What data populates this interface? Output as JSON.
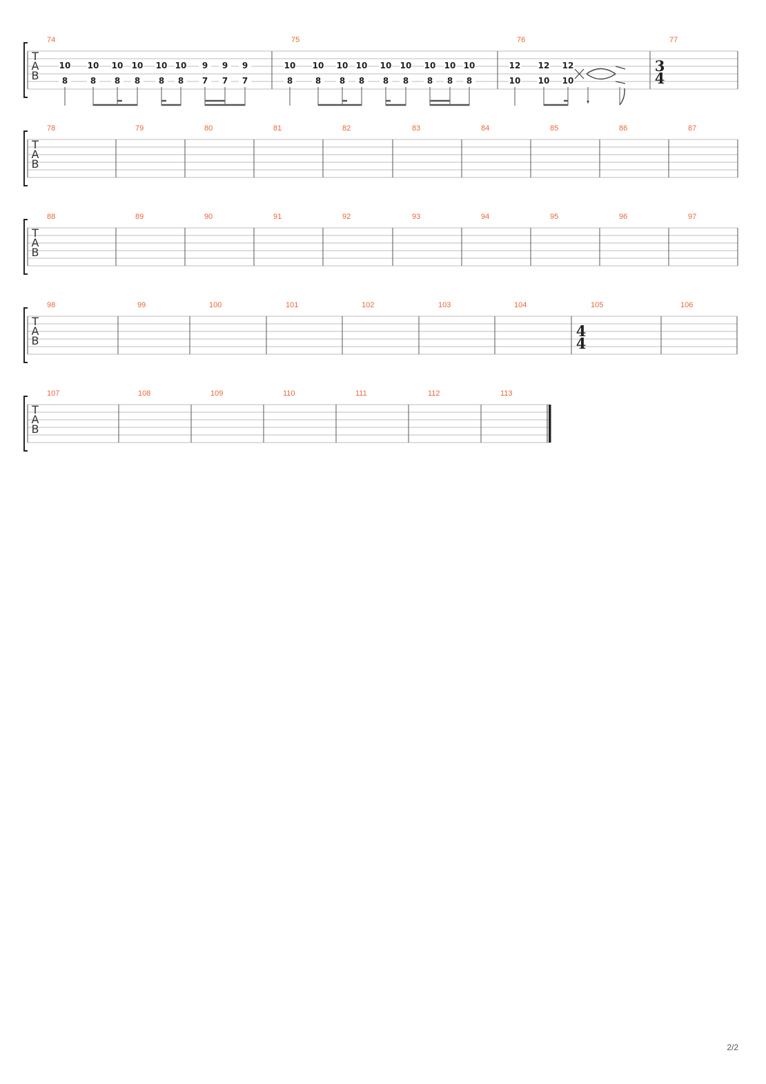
{
  "page_number": "2/2",
  "clef_letters": [
    "T",
    "A",
    "B"
  ],
  "systems": [
    {
      "measures": [
        {
          "number": "74",
          "notes": [
            {
              "upper": "10",
              "lower": "8"
            },
            {
              "upper": "10",
              "lower": "8"
            },
            {
              "upper": "10",
              "lower": "8"
            },
            {
              "upper": "10",
              "lower": "8"
            },
            {
              "upper": "10",
              "lower": "8"
            },
            {
              "upper": "10",
              "lower": "8"
            },
            {
              "upper": "9",
              "lower": "7"
            },
            {
              "upper": "9",
              "lower": "7"
            },
            {
              "upper": "9",
              "lower": "7"
            }
          ]
        },
        {
          "number": "75",
          "notes": [
            {
              "upper": "10",
              "lower": "8"
            },
            {
              "upper": "10",
              "lower": "8"
            },
            {
              "upper": "10",
              "lower": "8"
            },
            {
              "upper": "10",
              "lower": "8"
            },
            {
              "upper": "10",
              "lower": "8"
            },
            {
              "upper": "10",
              "lower": "8"
            },
            {
              "upper": "10",
              "lower": "8"
            },
            {
              "upper": "10",
              "lower": "8"
            },
            {
              "upper": "10",
              "lower": "8"
            }
          ]
        },
        {
          "number": "76",
          "notes": [
            {
              "upper": "12",
              "lower": "10"
            },
            {
              "upper": "12",
              "lower": "10"
            },
            {
              "upper": "12",
              "lower": "10"
            }
          ]
        },
        {
          "number": "77",
          "time_signature": [
            "3",
            "4"
          ],
          "notes": []
        }
      ]
    },
    {
      "measures": [
        {
          "number": "78"
        },
        {
          "number": "79"
        },
        {
          "number": "80"
        },
        {
          "number": "81"
        },
        {
          "number": "82"
        },
        {
          "number": "83"
        },
        {
          "number": "84"
        },
        {
          "number": "85"
        },
        {
          "number": "86"
        },
        {
          "number": "87"
        }
      ]
    },
    {
      "measures": [
        {
          "number": "88"
        },
        {
          "number": "89"
        },
        {
          "number": "90"
        },
        {
          "number": "91"
        },
        {
          "number": "92"
        },
        {
          "number": "93"
        },
        {
          "number": "94"
        },
        {
          "number": "95"
        },
        {
          "number": "96"
        },
        {
          "number": "97"
        }
      ]
    },
    {
      "measures": [
        {
          "number": "98"
        },
        {
          "number": "99"
        },
        {
          "number": "100"
        },
        {
          "number": "101"
        },
        {
          "number": "102"
        },
        {
          "number": "103"
        },
        {
          "number": "104"
        },
        {
          "number": "105",
          "time_signature": [
            "4",
            "4"
          ]
        },
        {
          "number": "106"
        }
      ]
    },
    {
      "measures": [
        {
          "number": "107"
        },
        {
          "number": "108"
        },
        {
          "number": "109"
        },
        {
          "number": "110"
        },
        {
          "number": "111"
        },
        {
          "number": "112"
        },
        {
          "number": "113"
        }
      ]
    }
  ]
}
